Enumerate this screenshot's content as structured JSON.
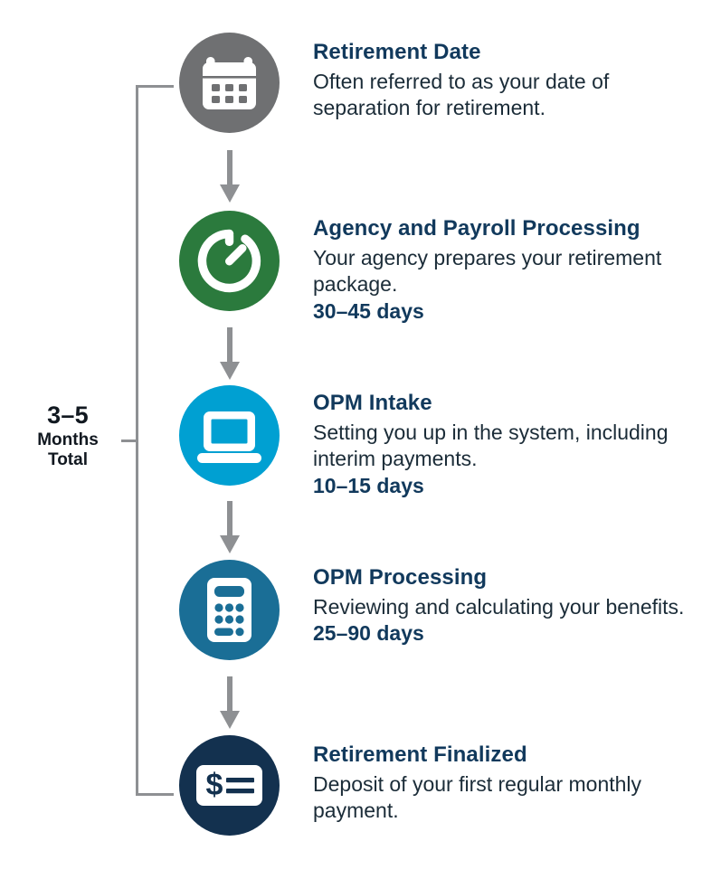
{
  "total_bracket": {
    "range": "3–5",
    "unit": "Months",
    "scope": "Total"
  },
  "colors": {
    "step1_circle": "#6f7072",
    "step2_circle": "#2b7a3d",
    "step3_circle": "#00a0d2",
    "step4_circle": "#1a6e96",
    "step5_circle": "#13314f",
    "heading": "#11395c",
    "body_text": "#1b2c38",
    "connector": "#8e9093"
  },
  "steps": [
    {
      "icon": "calendar-icon",
      "title": "Retirement Date",
      "description": "Often referred to as your date of separation for retirement.",
      "duration": ""
    },
    {
      "icon": "stopwatch-icon",
      "title": "Agency and Payroll Processing",
      "description": "Your agency prepares your retirement package.",
      "duration": "30–45 days"
    },
    {
      "icon": "laptop-icon",
      "title": "OPM Intake",
      "description": "Setting you up in the system, including interim payments.",
      "duration": "10–15 days"
    },
    {
      "icon": "calculator-icon",
      "title": "OPM Processing",
      "description": "Reviewing and calculating your benefits.",
      "duration": "25–90 days"
    },
    {
      "icon": "check-payment-icon",
      "title": "Retirement Finalized",
      "description": "Deposit of your first regular monthly payment.",
      "duration": ""
    }
  ]
}
